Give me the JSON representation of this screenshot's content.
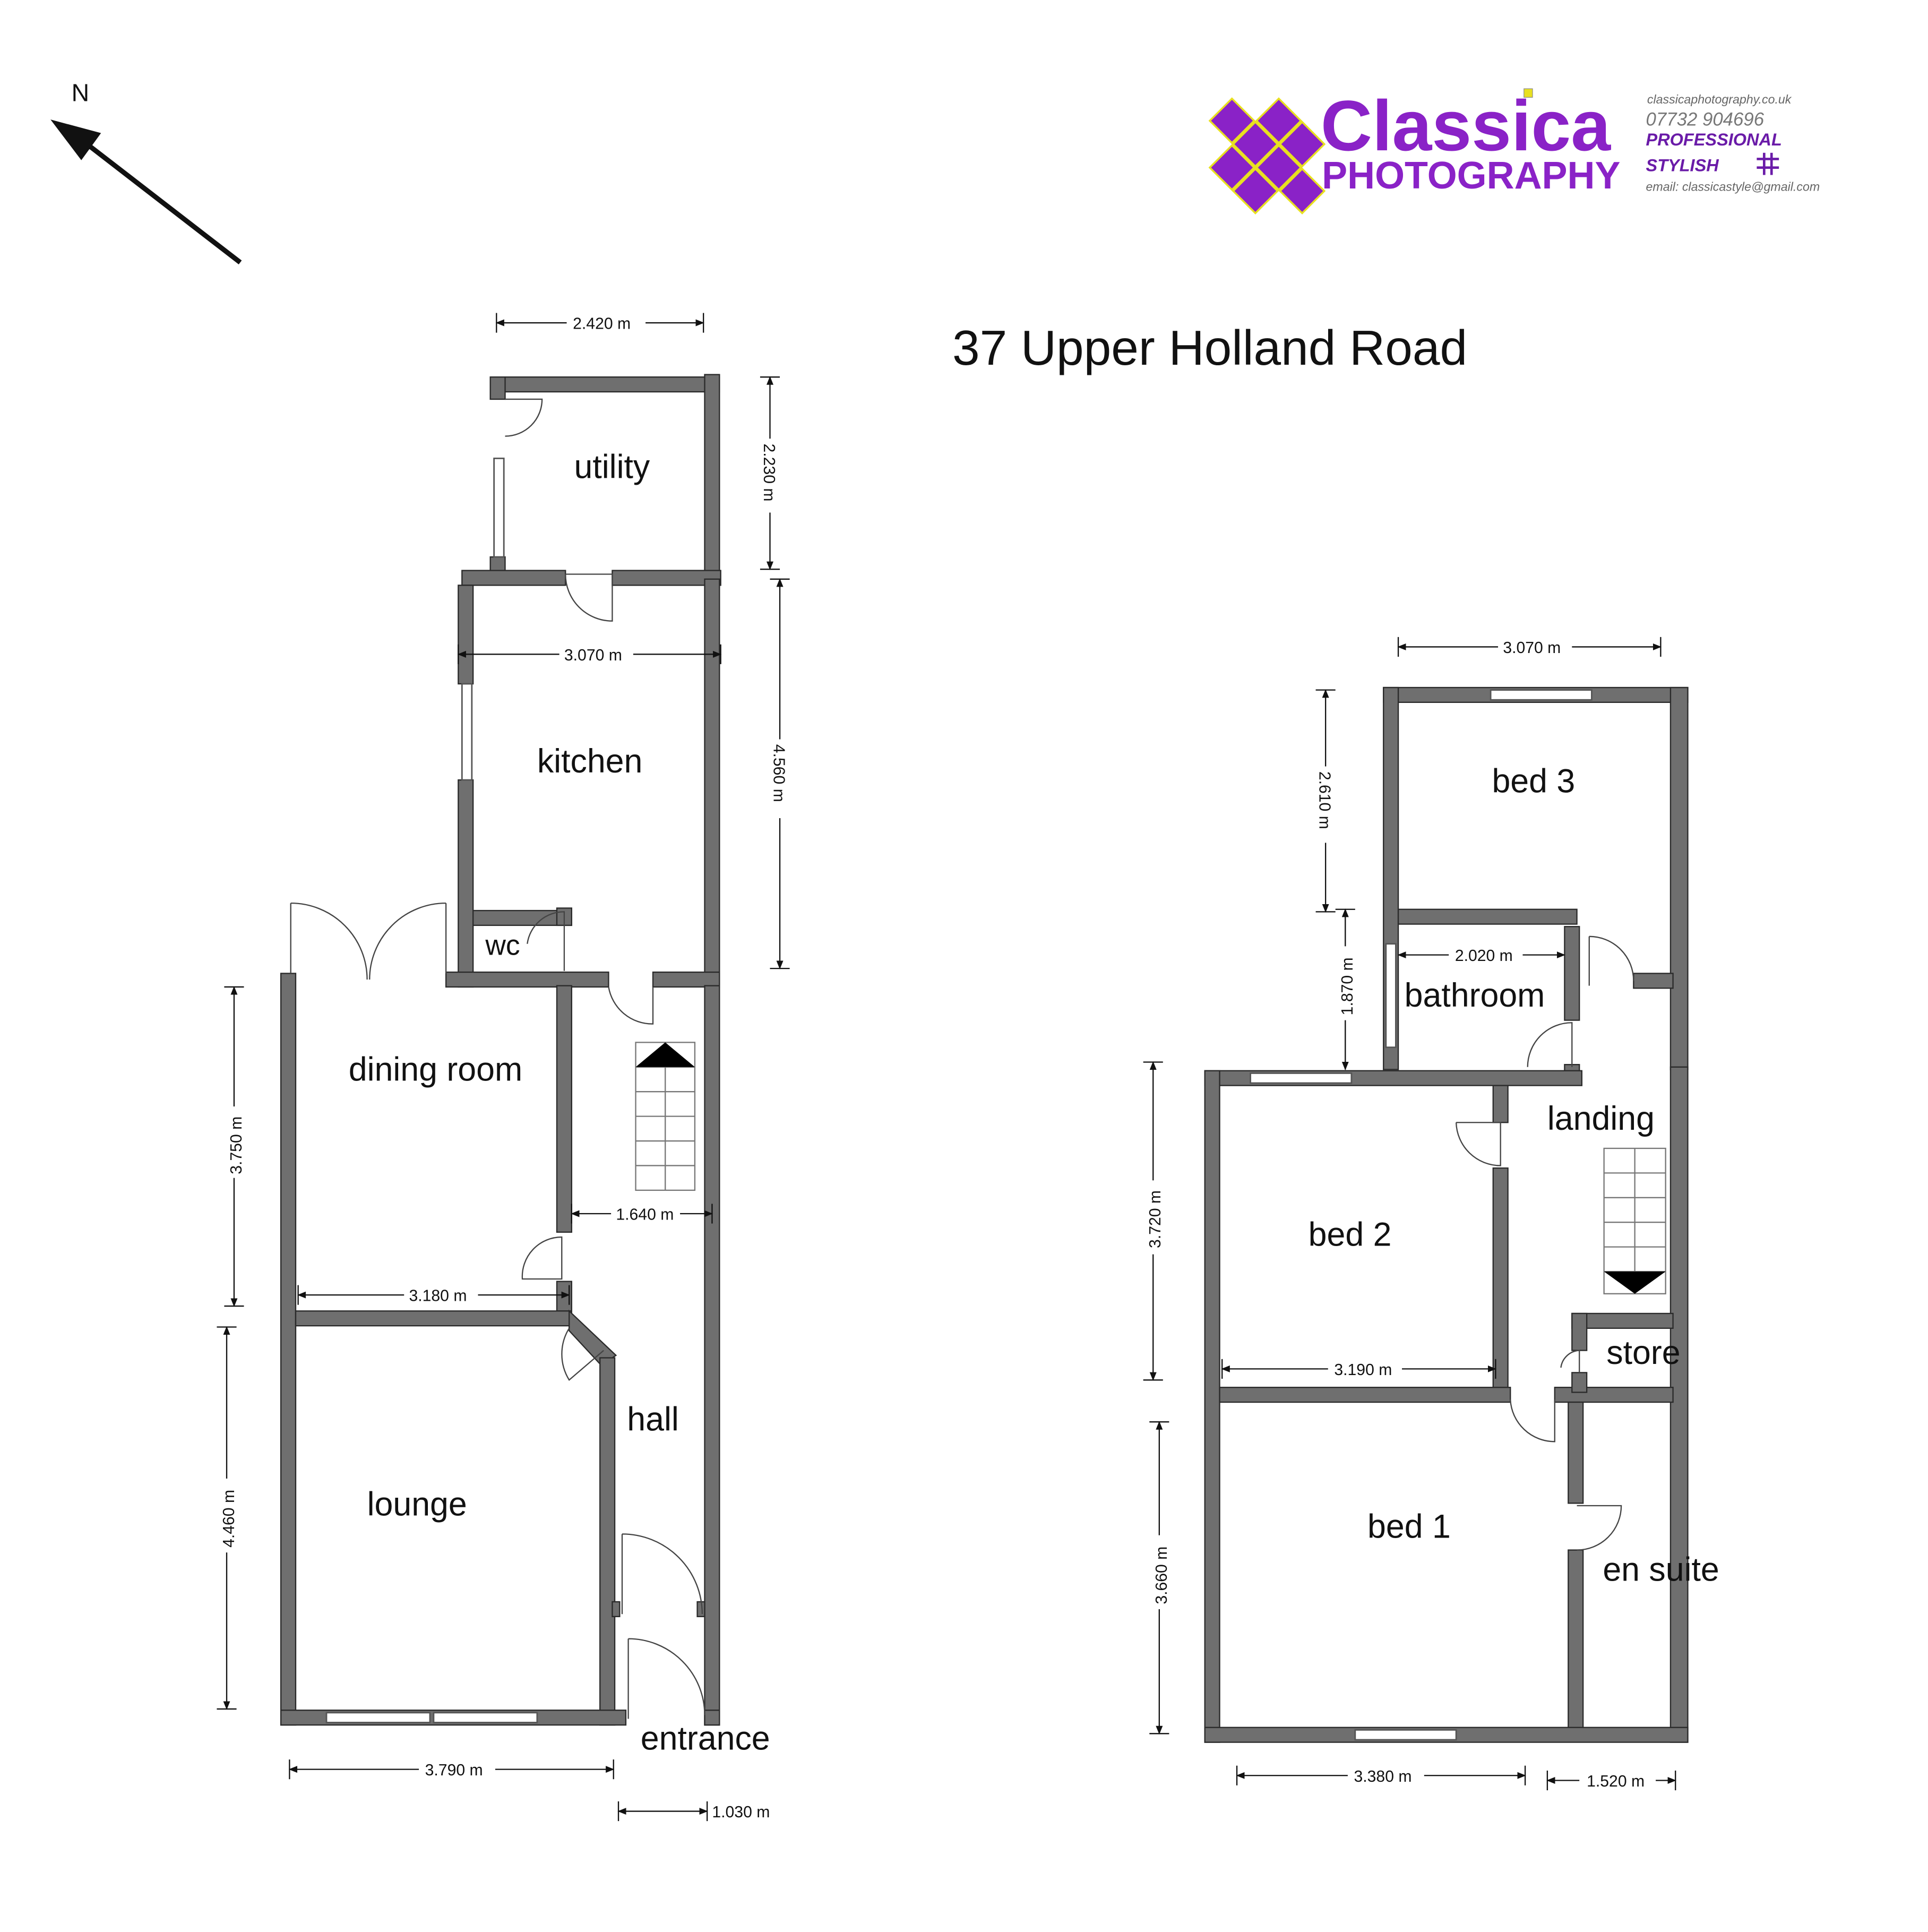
{
  "title": "37 Upper Holland Road",
  "compass": {
    "label": "N"
  },
  "logo": {
    "name": "Classica",
    "sub": "PHOTOGRAPHY",
    "website": "classicaphotography.co.uk",
    "phone": "07732 904696",
    "tagline1": "PROFESSIONAL",
    "tagline2": "STYLISH",
    "email": "email: classicastyle@gmail.com",
    "accent": "#8a22c7"
  },
  "ground_floor": {
    "rooms": {
      "utility": "utility",
      "kitchen": "kitchen",
      "wc": "wc",
      "dining_room": "dining room",
      "hall": "hall",
      "lounge": "lounge",
      "entrance": "entrance"
    },
    "dimensions": {
      "utility_width": "2.420 m",
      "utility_depth": "2.230 m",
      "kitchen_width": "3.070 m",
      "kitchen_depth": "4.560 m",
      "dining_depth": "3.750 m",
      "hall_width": "1.640 m",
      "dining_width": "3.180 m",
      "lounge_depth": "4.460 m",
      "lounge_width": "3.790 m",
      "entrance_width": "1.030 m"
    }
  },
  "first_floor": {
    "rooms": {
      "bed3": "bed 3",
      "bathroom": "bathroom",
      "landing": "landing",
      "bed2": "bed 2",
      "store": "store",
      "bed1": "bed 1",
      "en_suite": "en suite"
    },
    "dimensions": {
      "bed3_width": "3.070 m",
      "bed3_depth": "2.610 m",
      "bathroom_width": "2.020 m",
      "bathroom_depth": "1.870 m",
      "bed2_depth": "3.720 m",
      "bed2_width": "3.190 m",
      "bed1_depth": "3.660 m",
      "bed1_width": "3.380 m",
      "en_suite_width": "1.520 m"
    }
  },
  "colors": {
    "wall": "#6f6f6f"
  }
}
